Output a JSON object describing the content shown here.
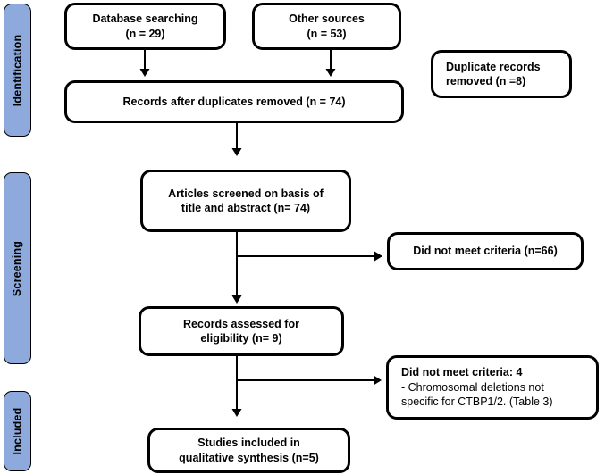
{
  "colors": {
    "phase_fill": "#8EA9DB",
    "box_fill": "#FFFFFF",
    "box_border": "#000000",
    "background": "#FFFFFF"
  },
  "sidebar": {
    "phases": [
      {
        "label": "Identification"
      },
      {
        "label": "Screening"
      },
      {
        "label": "Included"
      }
    ]
  },
  "boxes": {
    "database": {
      "line1": "Database searching",
      "line2": "(n = 29)"
    },
    "other_sources": {
      "line1": "Other sources",
      "line2": "(n = 53)"
    },
    "duplicates_removed": {
      "text": "Duplicate records removed (n =8)"
    },
    "records_after_duplicates": {
      "text": "Records after duplicates removed (n = 74)"
    },
    "articles_screened": {
      "line1": "Articles screened on basis of",
      "line2": "title and abstract (n= 74)"
    },
    "not_meet_criteria_screening": {
      "text": "Did not meet criteria (n=66)"
    },
    "records_assessed": {
      "line1": "Records assessed for",
      "line2": "eligibility (n= 9)"
    },
    "not_meet_criteria_eligibility": {
      "heading": "Did not meet criteria: 4",
      "detail_line1": "- Chromosomal deletions not",
      "detail_line2": "specific for CTBP1/2. (Table 3)"
    },
    "studies_included": {
      "line1": "Studies included in",
      "line2": "qualitative synthesis (n=5)"
    }
  }
}
